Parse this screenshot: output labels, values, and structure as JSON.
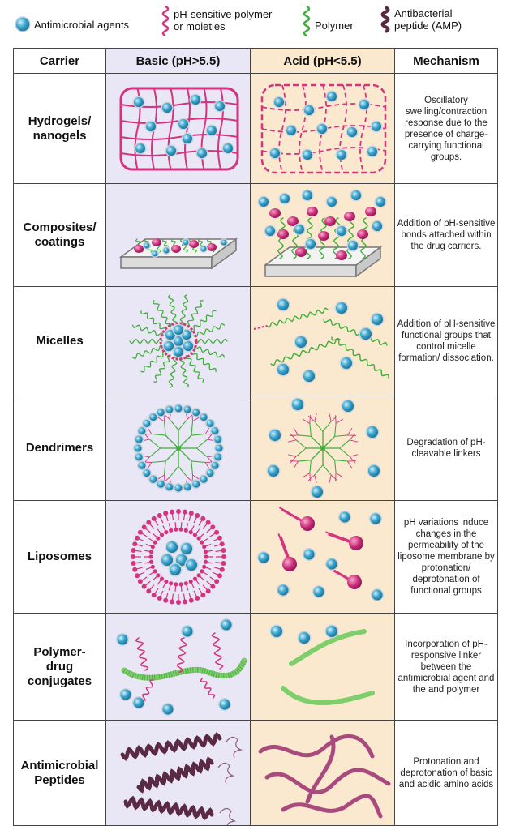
{
  "legend": [
    {
      "icon": "sphere-icon",
      "label": "Antimicrobial agents"
    },
    {
      "icon": "pink-coil-icon",
      "label": "pH-sensitive polymer\nor moieties"
    },
    {
      "icon": "green-coil-icon",
      "label": "Polymer"
    },
    {
      "icon": "peptide-coil-icon",
      "label": "Antibacterial\npeptide (AMP)"
    }
  ],
  "headers": {
    "carrier": "Carrier",
    "basic": "Basic (pH>5.5)",
    "acid": "Acid (pH<5.5)",
    "mechanism": "Mechanism"
  },
  "rows": [
    {
      "carrier": "Hydrogels/\nnanogels",
      "mechanism": "Oscillatory swelling/contraction response due to the presence of charge-carrying functional groups."
    },
    {
      "carrier": "Composites/\ncoatings",
      "mechanism": "Addition of pH-sensitive bonds attached within the drug carriers."
    },
    {
      "carrier": "Micelles",
      "mechanism": "Addition of pH-sensitive functional groups that control micelle formation/ dissociation."
    },
    {
      "carrier": "Dendrimers",
      "mechanism": "Degradation of pH-cleavable linkers"
    },
    {
      "carrier": "Liposomes",
      "mechanism": "pH variations induce changes in the permeability of the liposome membrane by protonation/ deprotonation of functional groups"
    },
    {
      "carrier": "Polymer-\ndrug\nconjugates",
      "mechanism": "Incorporation of pH-responsive linker between the antimicrobial agent and the and polymer"
    },
    {
      "carrier": "Antimicrobial\nPeptides",
      "mechanism": "Protonation and deprotonation of basic and acidic amino acids"
    }
  ],
  "colors": {
    "basic_bg": "#e9e6f5",
    "acid_bg": "#fbe9cf",
    "sphere": "#3aa6cf",
    "ph_polymer": "#d6337f",
    "polymer": "#3fae3a",
    "peptide": "#5a2a45"
  }
}
